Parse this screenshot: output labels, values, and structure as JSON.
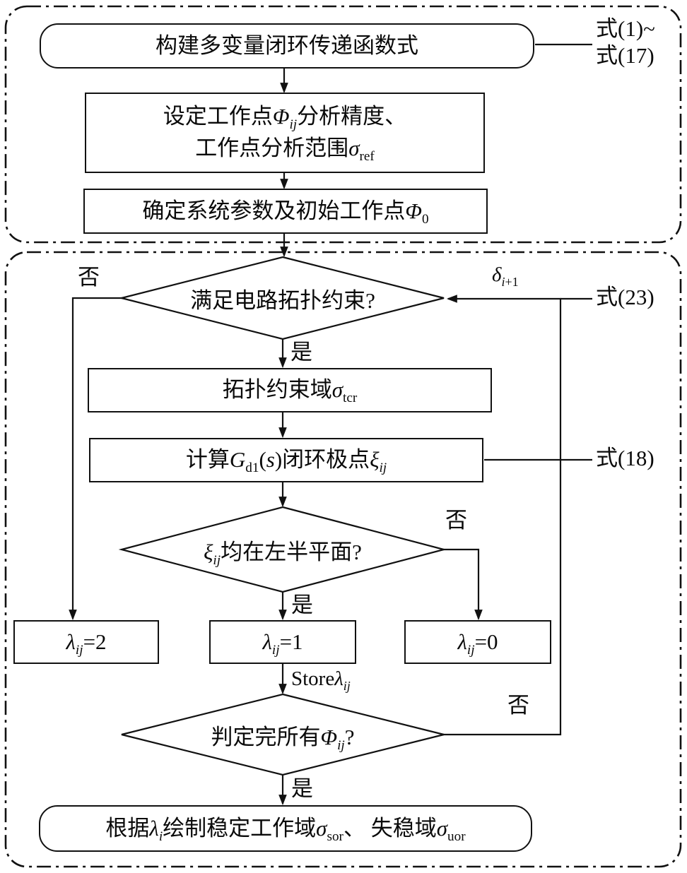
{
  "colors": {
    "stroke": "#111111",
    "background": "#ffffff"
  },
  "stage_modeling": {
    "box_build": "构建多变量闭环传递函数式",
    "eq_range_line1": "式(1)~",
    "eq_range_line2": "式(17)",
    "box_setpoint_line1": "设定工作点[i]Φ[s]ij[/s][/i]分析精度、",
    "box_setpoint_line2": "工作点分析范围[i]σ[/i][s]ref[/s]",
    "box_params": "确定系统参数及初始工作点[i]Φ[/i][s]0[/s]"
  },
  "stage_iteration": {
    "diamond_topology": "满足电路拓扑约束?",
    "no1": "否",
    "yes1": "是",
    "delta_next": "[i]δ[/i][s][i]i[/i]+1[/s]",
    "eq23": "式(23)",
    "box_tcr": "拓扑约束域[i]σ[/i][s]tcr[/s]",
    "box_poles": "计算[i]G[/i][s]d1[/s]([i]s[/i])闭环极点[i]ξ[s]ij[/s][/i]",
    "eq18": "式(18)",
    "diamond_lhp": "[i]ξ[s]ij[/s][/i]均在左半平面?",
    "no2": "否",
    "yes2": "是",
    "box_lambda2": "[i]λ[s]ij[/s][/i]=2",
    "box_lambda1": "[i]λ[s]ij[/s][/i]=1",
    "box_lambda0": "[i]λ[s]ij[/s][/i]=0",
    "store_label": "Store[i]λ[s]ij[/s][/i]",
    "diamond_done": "判定完所有[i]Φ[s]ij[/s][/i]?",
    "no3": "否",
    "yes3": "是",
    "box_result": "根据[i]λ[s]i[/s][/i]绘制稳定工作域[i]σ[/i][s]sor[/s]、 失稳域[i]σ[/i][s]uor[/s]"
  }
}
